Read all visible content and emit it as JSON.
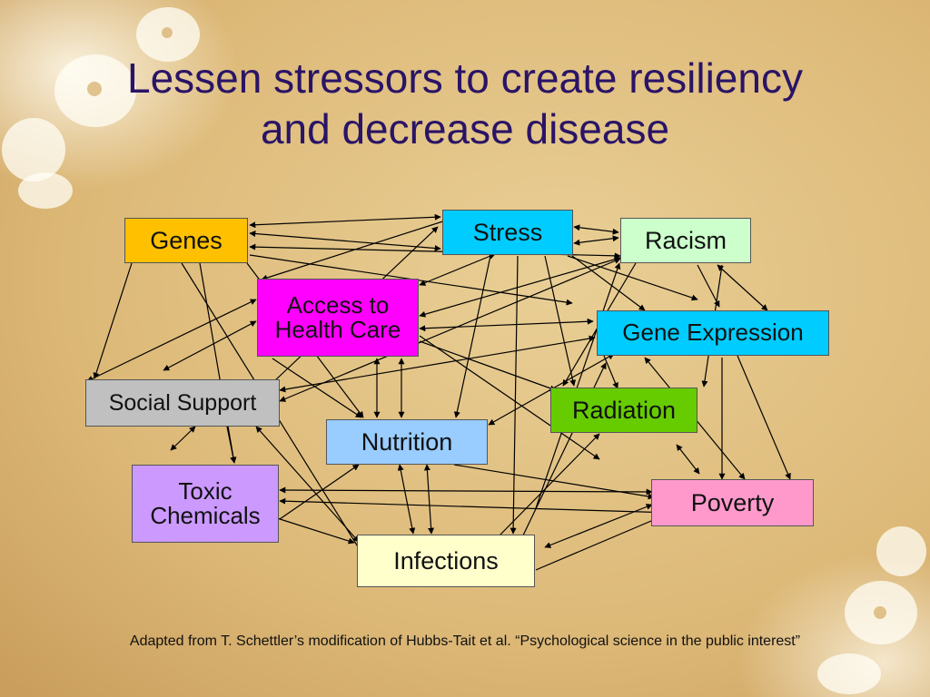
{
  "slide": {
    "title_line1": "Lessen stressors to create resiliency",
    "title_line2": "and decrease disease",
    "caption": "Adapted from T. Schettler’s modification of Hubbs-Tait et al. “Psychological science in the public interest”"
  },
  "colors": {
    "title": "#2a1466",
    "arrow": "#000000",
    "genes": "#ffc000",
    "stress": "#00ccff",
    "racism": "#ccffcc",
    "access": "#ff00ff",
    "gene_expression": "#00ccff",
    "social_support": "#c0c0c0",
    "radiation": "#66cc00",
    "nutrition": "#99ccff",
    "toxic_chemicals": "#cc99ff",
    "poverty": "#ff99cc",
    "infections": "#ffffcc"
  },
  "nodes": {
    "genes": "Genes",
    "stress": "Stress",
    "racism": "Racism",
    "access_line1": "Access to",
    "access_line2": "Health Care",
    "gene_expression": "Gene Expression",
    "social_support": "Social Support",
    "radiation": "Radiation",
    "nutrition": "Nutrition",
    "toxic_line1": "Toxic",
    "toxic_line2": "Chemicals",
    "poverty": "Poverty",
    "infections": "Infections"
  }
}
